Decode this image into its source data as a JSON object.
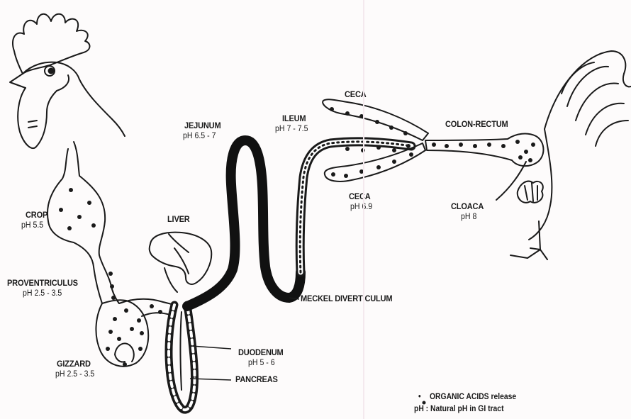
{
  "labels": {
    "crop": {
      "name": "CROP",
      "ph": "pH 5.5"
    },
    "proventriculus": {
      "name": "PROVENTRICULUS",
      "ph": "pH 2.5 - 3.5"
    },
    "gizzard": {
      "name": "GIZZARD",
      "ph": "pH 2.5 - 3.5"
    },
    "liver": {
      "name": "LIVER"
    },
    "jejunum": {
      "name": "JEJUNUM",
      "ph": "pH 6.5 - 7"
    },
    "ileum": {
      "name": "ILEUM",
      "ph": "pH 7 - 7.5"
    },
    "ceca_top": {
      "name": "CECA"
    },
    "ceca_bottom": {
      "name": "CECA",
      "ph": "pH 6.9"
    },
    "colon_rectum": {
      "name": "COLON-RECTUM"
    },
    "cloaca": {
      "name": "CLOACA",
      "ph": "pH 8"
    },
    "meckel": {
      "name": "MECKEL DIVERTICULUM"
    },
    "duodenum": {
      "name": "DUODENUM",
      "ph": "pH 5 - 6"
    },
    "pancreas": {
      "name": "PANCREAS"
    }
  },
  "legend": {
    "bullet": "•",
    "organic_acids": "ORGANIC ACIDS release",
    "ph_note": "pH : Natural pH in GI tract"
  }
}
